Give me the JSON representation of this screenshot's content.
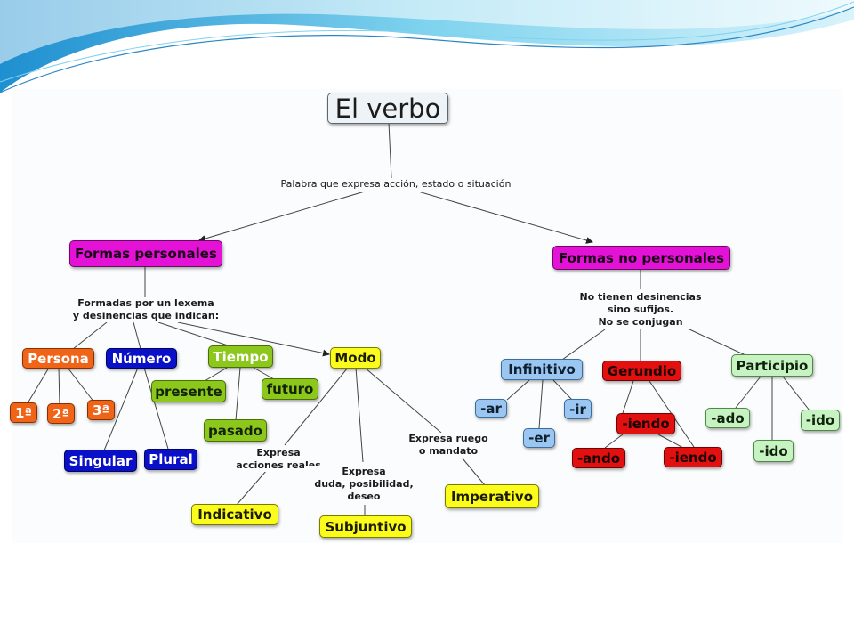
{
  "title": "El verbo",
  "links": {
    "definition": "Palabra que expresa acción, estado o situación",
    "personales_desc": "Formadas por un lexema\ny desinencias que indican:",
    "no_personales_desc": "No tienen desinencias\nsino sufijos.\nNo se conjugan",
    "indicativo_desc": "Expresa\nacciones reales",
    "subjuntivo_desc": "Expresa\nduda, posibilidad,\ndeseo",
    "imperativo_desc": "Expresa ruego\no mandato"
  },
  "nodes": {
    "formas_personales": "Formas personales",
    "formas_no_personales": "Formas no personales",
    "persona": "Persona",
    "primera": "1ª",
    "segunda": "2ª",
    "tercera": "3ª",
    "numero": "Número",
    "singular": "Singular",
    "plural": "Plural",
    "tiempo": "Tiempo",
    "presente": "presente",
    "pasado": "pasado",
    "futuro": "futuro",
    "modo": "Modo",
    "indicativo": "Indicativo",
    "subjuntivo": "Subjuntivo",
    "imperativo": "Imperativo",
    "infinitivo": "Infinitivo",
    "ar": "-ar",
    "er": "-er",
    "ir": "-ir",
    "gerundio": "Gerundio",
    "iendo": "-iendo",
    "ando": "-ando",
    "iendo2": "-iendo",
    "participio": "Participio",
    "ado": "-ado",
    "ido": "-ido",
    "ido2": "-ido"
  },
  "colors": {
    "formas": "#e412d6",
    "persona": "#f06418",
    "numero": "#0a10c8",
    "tiempo": "#8cc71c",
    "modo": "#fbfb1c",
    "infinitivo": "#9cc6f2",
    "gerundio": "#e31010",
    "participio": "#c7f2c2",
    "slide_wave": "#5cc0e6"
  }
}
